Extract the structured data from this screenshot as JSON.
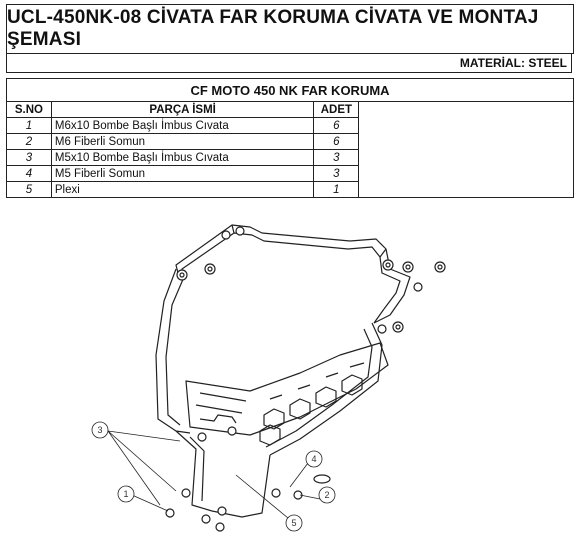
{
  "header": {
    "title": "UCL-450NK-08 CİVATA FAR KORUMA CİVATA VE MONTAJ ŞEMASI",
    "material": "MATERİAL: STEEL",
    "model": "CF MOTO 450 NK FAR KORUMA"
  },
  "table": {
    "columns": [
      "S.NO",
      "PARÇA İSMİ",
      "ADET"
    ],
    "rows": [
      {
        "no": "1",
        "name": "M6x10 Bombe Başlı İmbus Cıvata",
        "qty": "6"
      },
      {
        "no": "2",
        "name": "M6 Fiberli Somun",
        "qty": "6"
      },
      {
        "no": "3",
        "name": "M5x10 Bombe Başlı İmbus Cıvata",
        "qty": "3"
      },
      {
        "no": "4",
        "name": "M5 Fiberli Somun",
        "qty": "3"
      },
      {
        "no": "5",
        "name": "Plexi",
        "qty": "1"
      }
    ]
  },
  "drawing": {
    "callouts": [
      "1",
      "2",
      "3",
      "4",
      "5"
    ]
  }
}
